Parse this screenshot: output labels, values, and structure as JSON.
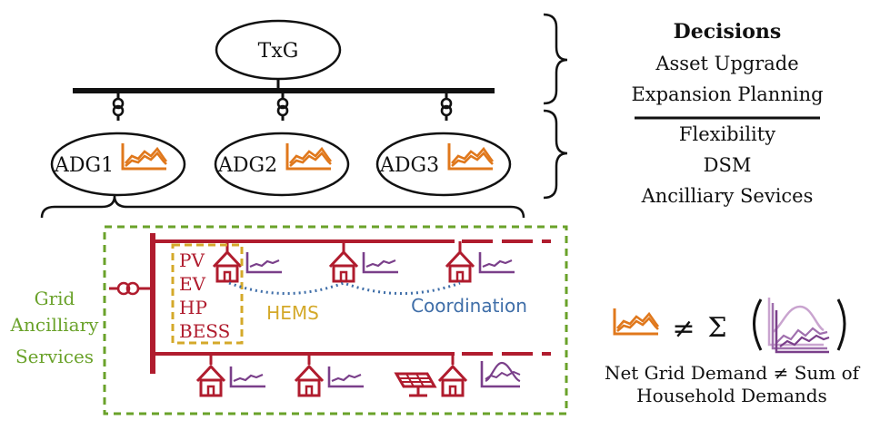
{
  "transmission": {
    "label": "TxG"
  },
  "distribution_grids": [
    {
      "label": "ADG1"
    },
    {
      "label": "ADG2"
    },
    {
      "label": "ADG3"
    }
  ],
  "decisions": {
    "heading": "Decisions",
    "planning": [
      "Asset Upgrade",
      "Expansion Planning"
    ],
    "operation": [
      "Flexibility",
      "DSM",
      "Ancilliary Sevices"
    ]
  },
  "household_assets": [
    "PV",
    "EV",
    "HP",
    "BESS"
  ],
  "hems_label": "HEMS",
  "coordination_label": "Coordination",
  "grid_services": [
    "Grid",
    "Ancilliary",
    "Services"
  ],
  "equation": {
    "neq_symbol": "≠",
    "sum_symbol": "Σ",
    "caption": [
      "Net Grid Demand ≠ Sum of",
      "Household Demands"
    ]
  },
  "colors": {
    "grid_red": "#b01c2e",
    "net_demand_orange": "#e0781c",
    "household_purple": "#7a3f8a",
    "hems_gold": "#d4a92a",
    "coordination_blue": "#3f6ea8",
    "services_green": "#6aa22a"
  }
}
